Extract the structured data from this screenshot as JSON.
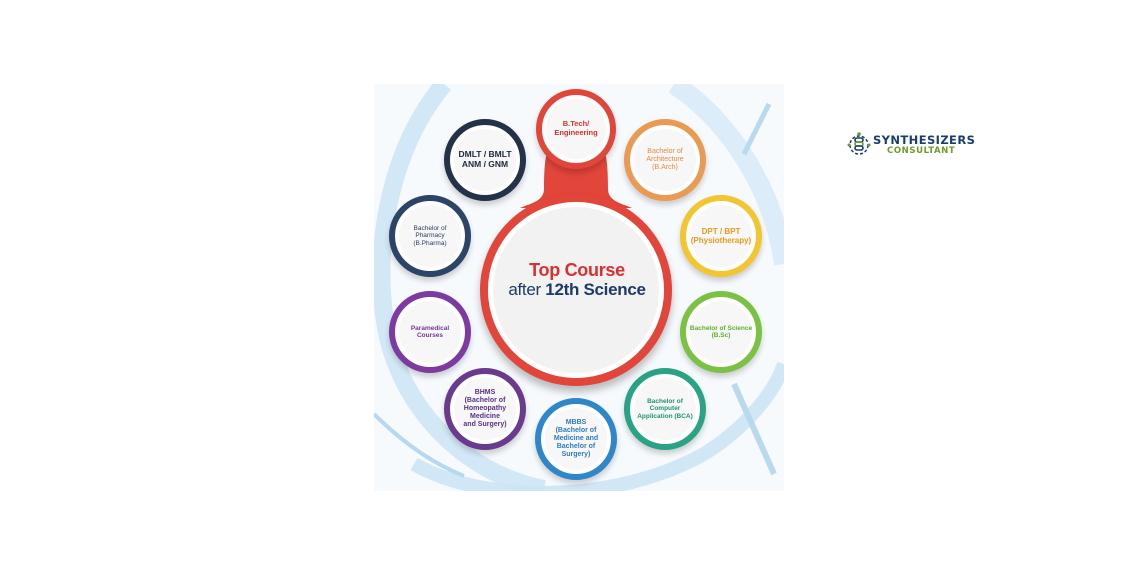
{
  "diagram": {
    "center_line1": "Top Course",
    "center_line2_prefix": "after ",
    "center_line2_bold": "12th Science",
    "nodes": [
      {
        "label": "B.Tech/\nEngineering",
        "color": "#e2453a",
        "text_color": "#d8312f"
      },
      {
        "label": "Bachelor of\nArchitecture\n(B.Arch)",
        "color": "#eb9a52",
        "text_color": "#e58a3d"
      },
      {
        "label": "DPT / BPT\n(Physiotherapy)",
        "color": "#f2c531",
        "text_color": "#e79b16"
      },
      {
        "label": "Bachelor of Science\n(B.Sc)",
        "color": "#7cc242",
        "text_color": "#5fae2c"
      },
      {
        "label": "Bachelor of\nComputer\nApplication (BCA)",
        "color": "#2aa384",
        "text_color": "#1f9474"
      },
      {
        "label": "MBBS\n(Bachelor of\nMedicine and\nBachelor of\nSurgery)",
        "color": "#2f86c8",
        "text_color": "#2d7dc0"
      },
      {
        "label": "BHMS\n(Bachelor of\nHomeopathy\nMedicine\nand Surgery)",
        "color": "#6a3a8e",
        "text_color": "#5b3183"
      },
      {
        "label": "Paramedical\nCourses",
        "color": "#7d3aa0",
        "text_color": "#74369b"
      },
      {
        "label": "Bachelor of\nPharmacy\n(B.Pharma)",
        "color": "#2c4566",
        "text_color": "#26405f"
      },
      {
        "label": "DMLT / BMLT\nANM / GNM",
        "color": "#233246",
        "text_color": "#1d2a3b"
      }
    ]
  },
  "logo": {
    "name": "SYNTHESIZERS",
    "subtitle": "CONSULTANT",
    "primary_color": "#1b3d6e",
    "accent_color": "#6f9a2a"
  }
}
